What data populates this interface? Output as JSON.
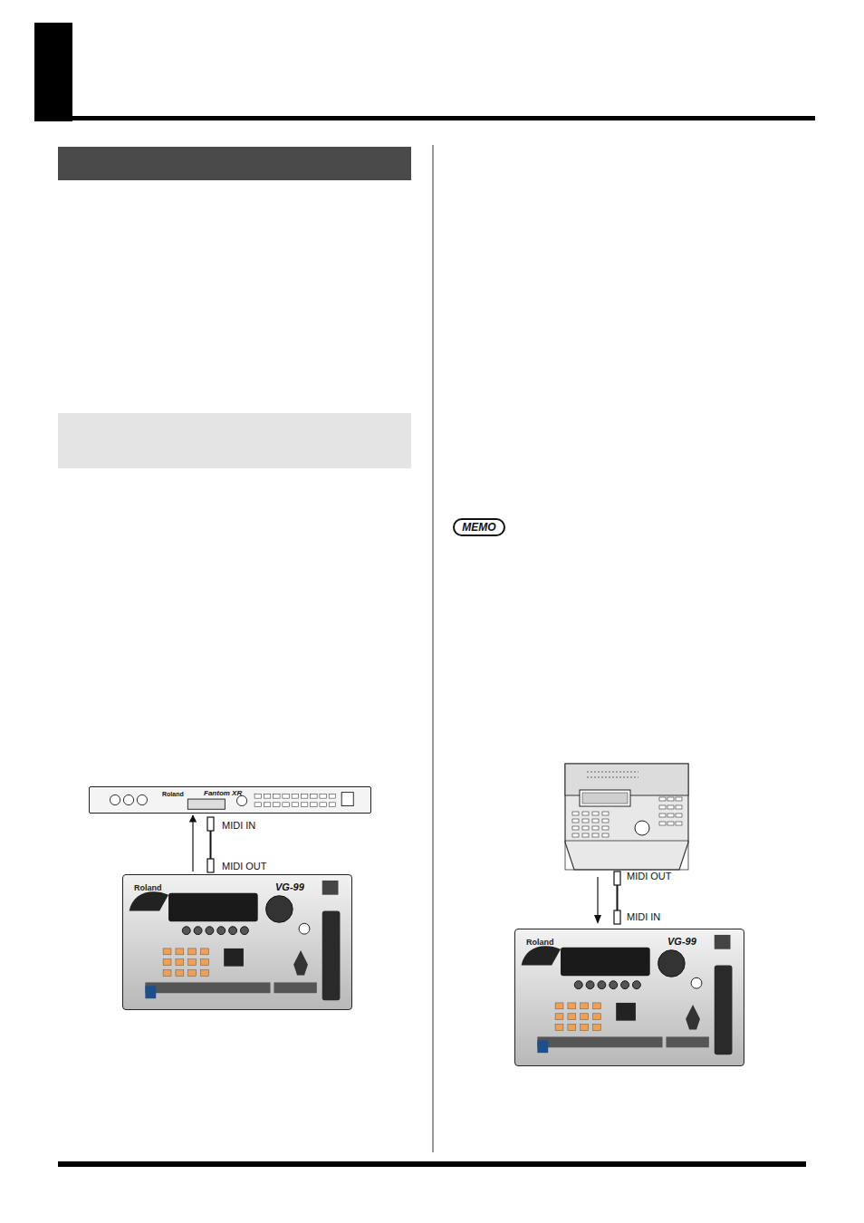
{
  "diagram": {
    "nodes": [
      {
        "text": [
          "Roland",
          "Fantom XR"
        ]
      },
      {
        "text": [
          "Roland",
          "VG-99"
        ]
      },
      {
        "text": [
          "Roland",
          "VG-99"
        ]
      }
    ],
    "edges": [
      {
        "from": 1,
        "to": 0,
        "arrow": "to"
      }
    ],
    "labels": [
      "MIDI IN",
      "MIDI OUT",
      "MIDI OUT",
      "MIDI IN",
      "MEMO"
    ]
  }
}
